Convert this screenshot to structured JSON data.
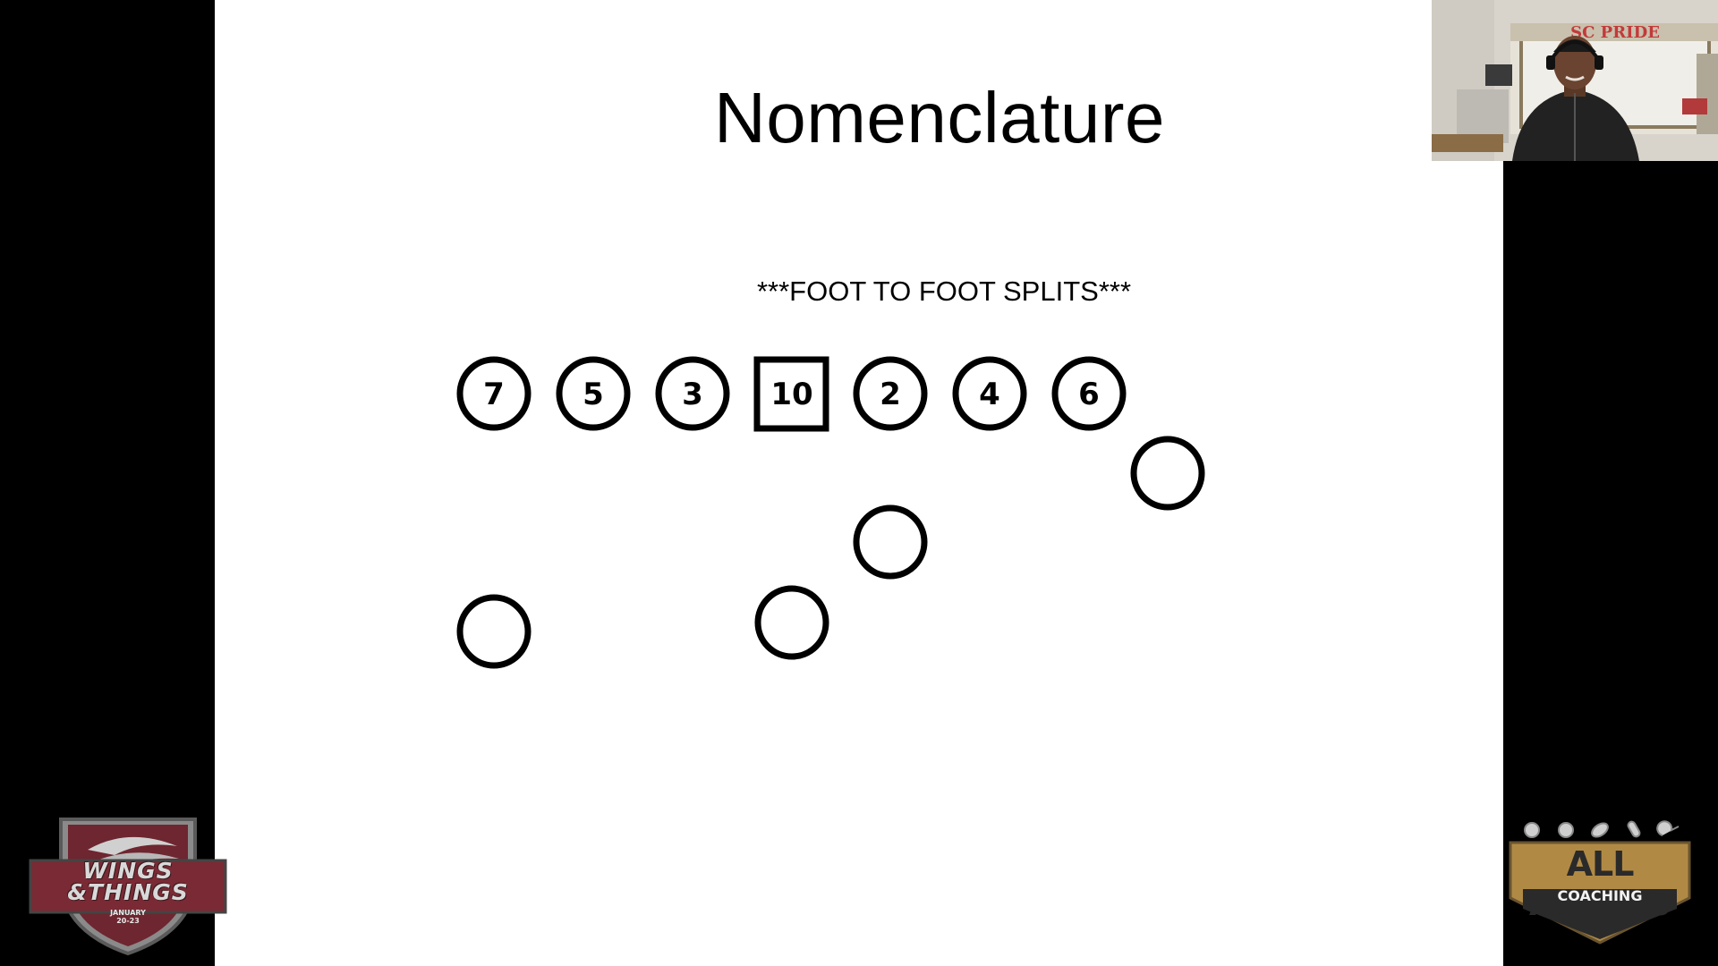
{
  "slide": {
    "title": "Nomenclature",
    "subtitle": "***FOOT TO FOOT SPLITS***",
    "line": [
      {
        "label": "7",
        "shape": "circle"
      },
      {
        "label": "5",
        "shape": "circle"
      },
      {
        "label": "3",
        "shape": "circle"
      },
      {
        "label": "10",
        "shape": "square"
      },
      {
        "label": "2",
        "shape": "circle"
      },
      {
        "label": "4",
        "shape": "circle"
      },
      {
        "label": "6",
        "shape": "circle"
      }
    ],
    "backs_count": 4
  },
  "webcam": {
    "banner": "SC PRIDE"
  },
  "logos": {
    "left": {
      "title_line1": "WINGS",
      "title_line2": "&THINGS",
      "date_line1": "JANUARY",
      "date_line2": "20-23"
    },
    "right": {
      "title": "ALL ACCESS",
      "subtitle": "COACHING"
    }
  },
  "colors": {
    "background": "#000000",
    "slide": "#ffffff",
    "ink": "#000000",
    "wings_maroon": "#6e2630",
    "access_gold": "#b08a45"
  }
}
